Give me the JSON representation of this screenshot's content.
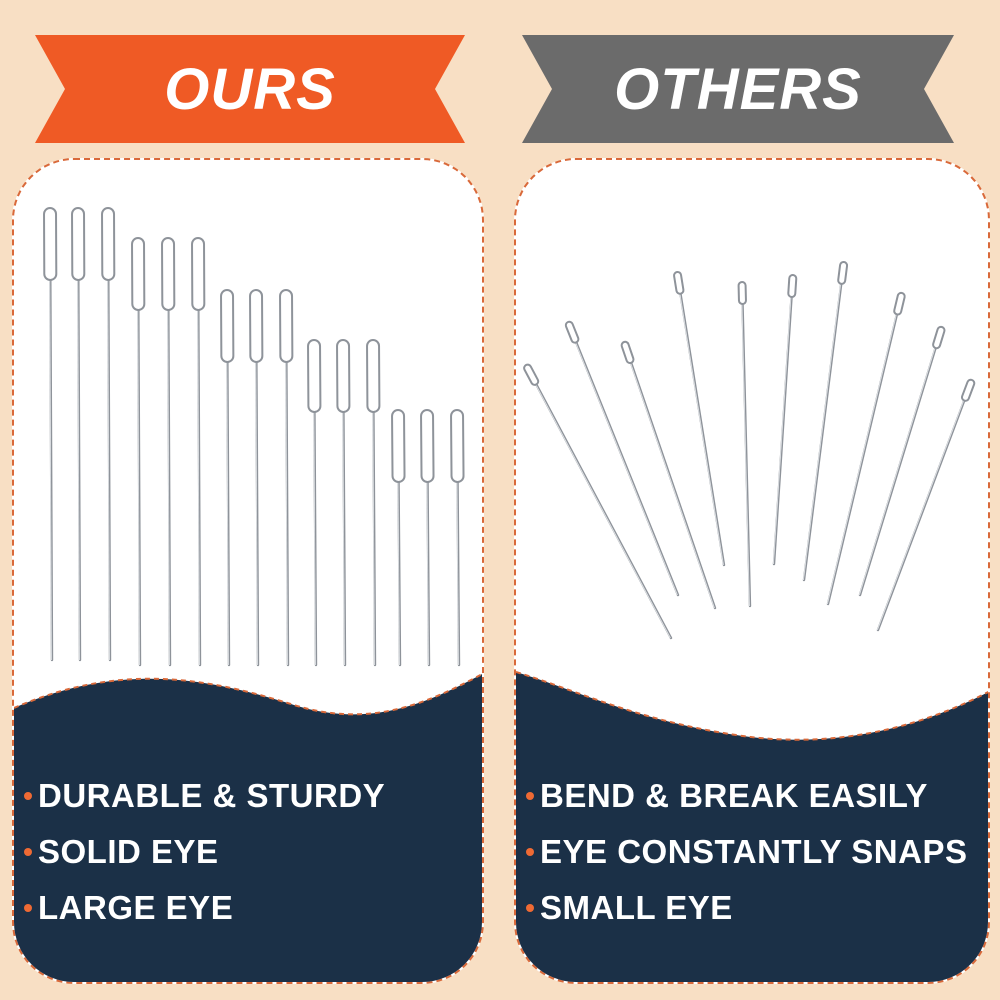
{
  "colors": {
    "background": "#f8dfc4",
    "ours_accent": "#ef5a25",
    "others_accent": "#6b6b6b",
    "panel_navy": "#1b3047",
    "bullet": "#ef6a34"
  },
  "ours": {
    "title": "OURS",
    "features": [
      "DURABLE & STURDY",
      "SOLID EYE",
      "LARGE EYE"
    ],
    "needle_icon": "straight-needles-image"
  },
  "others": {
    "title": "OTHERS",
    "features": [
      "BEND & BREAK EASILY",
      "EYE CONSTANTLY SNAPS",
      "SMALL EYE"
    ],
    "needle_icon": "slanted-needles-image"
  }
}
